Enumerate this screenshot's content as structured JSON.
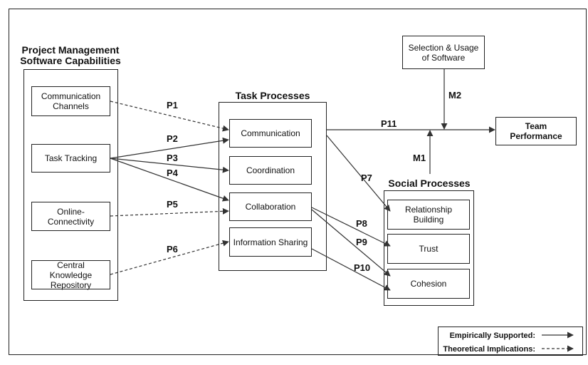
{
  "groups": {
    "pm_capabilities_heading": "Project Management Software Capabilities",
    "task_processes_heading": "Task Processes",
    "social_processes_heading": "Social Processes"
  },
  "capabilities": {
    "communication_channels": "Communication Channels",
    "task_tracking": "Task Tracking",
    "online_connectivity": "Online-Connectivity",
    "central_knowledge_repository": "Central Knowledge Repository"
  },
  "task_processes": {
    "communication": "Communication",
    "coordination": "Coordination",
    "collaboration": "Collaboration",
    "information_sharing": "Information Sharing"
  },
  "social_processes": {
    "relationship_building": "Relationship Building",
    "trust": "Trust",
    "cohesion": "Cohesion"
  },
  "outcomes": {
    "team_performance": "Team Performance",
    "selection_usage": "Selection & Usage of Software"
  },
  "paths": {
    "p1": "P1",
    "p2": "P2",
    "p3": "P3",
    "p4": "P4",
    "p5": "P5",
    "p6": "P6",
    "p7": "P7",
    "p8": "P8",
    "p9": "P9",
    "p10": "P10",
    "p11": "P11",
    "m1": "M1",
    "m2": "M2"
  },
  "legend": {
    "empirical": "Empirically Supported:",
    "theoretical": "Theoretical Implications:"
  },
  "colors": {
    "line": "#333333",
    "border": "#222222"
  }
}
